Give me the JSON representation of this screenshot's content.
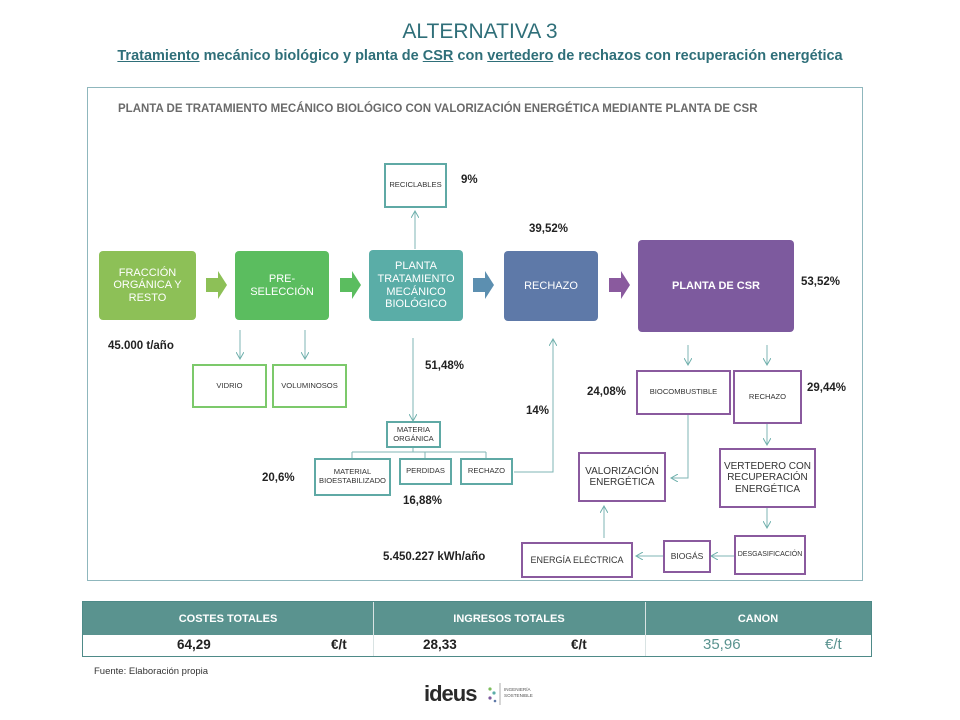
{
  "header": {
    "title": "ALTERNATIVA 3",
    "subtitle_parts": [
      "Tratamiento",
      " mecánico biológico y planta de ",
      "CSR",
      " con ",
      "vertedero",
      " de rechazos con recuperación energética"
    ]
  },
  "diagram": {
    "heading": "PLANTA DE TRATAMIENTO MECÁNICO BIOLÓGICO CON VALORIZACIÓN ENERGÉTICA MEDIANTE PLANTA DE CSR",
    "nodes": {
      "fraccion": "FRACCIÓN ORGÁNICA Y RESTO",
      "preseleccion": "PRE-SELECCIÓN",
      "planta_tmb": "PLANTA TRATAMIENTO MECÁNICO BIOLÓGICO",
      "rechazo": "RECHAZO",
      "planta_csr": "PLANTA  DE CSR",
      "reciclables": "RECICLABLES",
      "vidrio": "VIDRIO",
      "voluminosos": "VOLUMINOSOS",
      "materia_organica": "MATERIA ORGÁNICA",
      "material_bioestabilizado": "MATERIAL BIOESTABILIZADO",
      "perdidas": "PERDIDAS",
      "rechazo_mo": "RECHAZO",
      "biocombustible": "BIOCOMBUSTIBLE",
      "rechazo_csr": "RECHAZO",
      "valorizacion": "VALORIZACIÓN ENERGÉTICA",
      "vertedero": "VERTEDERO CON RECUPERACIÓN ENERGÉTICA",
      "desgasificacion": "DESGASIFICACIÓN",
      "biogas": "BIOGÁS",
      "energia": "ENERGÍA ELÉCTRICA"
    },
    "values": {
      "input_tonnage": "45.000 t/año",
      "reciclables_pct": "9%",
      "rechazo_pct": "39,52%",
      "csr_pct": "53,52%",
      "tmb_pct": "51,48%",
      "rechazo_mo_pct": "14%",
      "bioestabilizado_pct": "20,6%",
      "perdidas_pct": "16,88%",
      "biocombustible_pct": "24,08%",
      "rechazo_csr_pct": "29,44%",
      "energy": "5.450.227 kWh/año"
    }
  },
  "costs_table": {
    "headers": [
      "COSTES TOTALES",
      "INGRESOS TOTALES",
      "CANON"
    ],
    "values": [
      "64,29",
      "28,33",
      "35,96"
    ],
    "units": [
      "€/t",
      "€/t",
      "€/t"
    ]
  },
  "footer": {
    "source": "Fuente: Elaboración propia",
    "logo_word": "ideus",
    "logo_tagline": "INGENIERÍA SOSTENIBLE"
  },
  "colors": {
    "accent_teal": "#2f6f79",
    "green_light": "#8dc057",
    "green": "#5bbd5f",
    "teal": "#5aada7",
    "blue": "#5e79a8",
    "purple": "#7d5a9e",
    "table_header": "#5a938f"
  }
}
